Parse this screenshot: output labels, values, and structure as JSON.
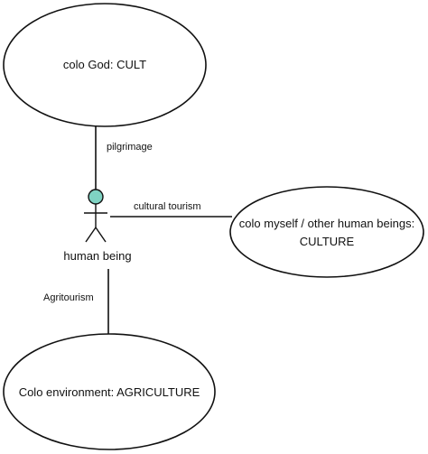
{
  "diagram": {
    "colors": {
      "stroke": "#111111",
      "actor_head_fill": "#7fd3c3",
      "background": "#ffffff"
    },
    "actor": {
      "label": "human being",
      "icon": "stick-figure-icon"
    },
    "nodes": {
      "cult": {
        "label": "colo God: CULT"
      },
      "culture": {
        "line1": "colo myself / other human beings:",
        "line2": "CULTURE"
      },
      "agriculture": {
        "label": "Colo environment: AGRICULTURE"
      }
    },
    "edges": {
      "pilgrimage": "pilgrimage",
      "cultural_tourism": "cultural tourism",
      "agritourism": "Agritourism"
    }
  }
}
